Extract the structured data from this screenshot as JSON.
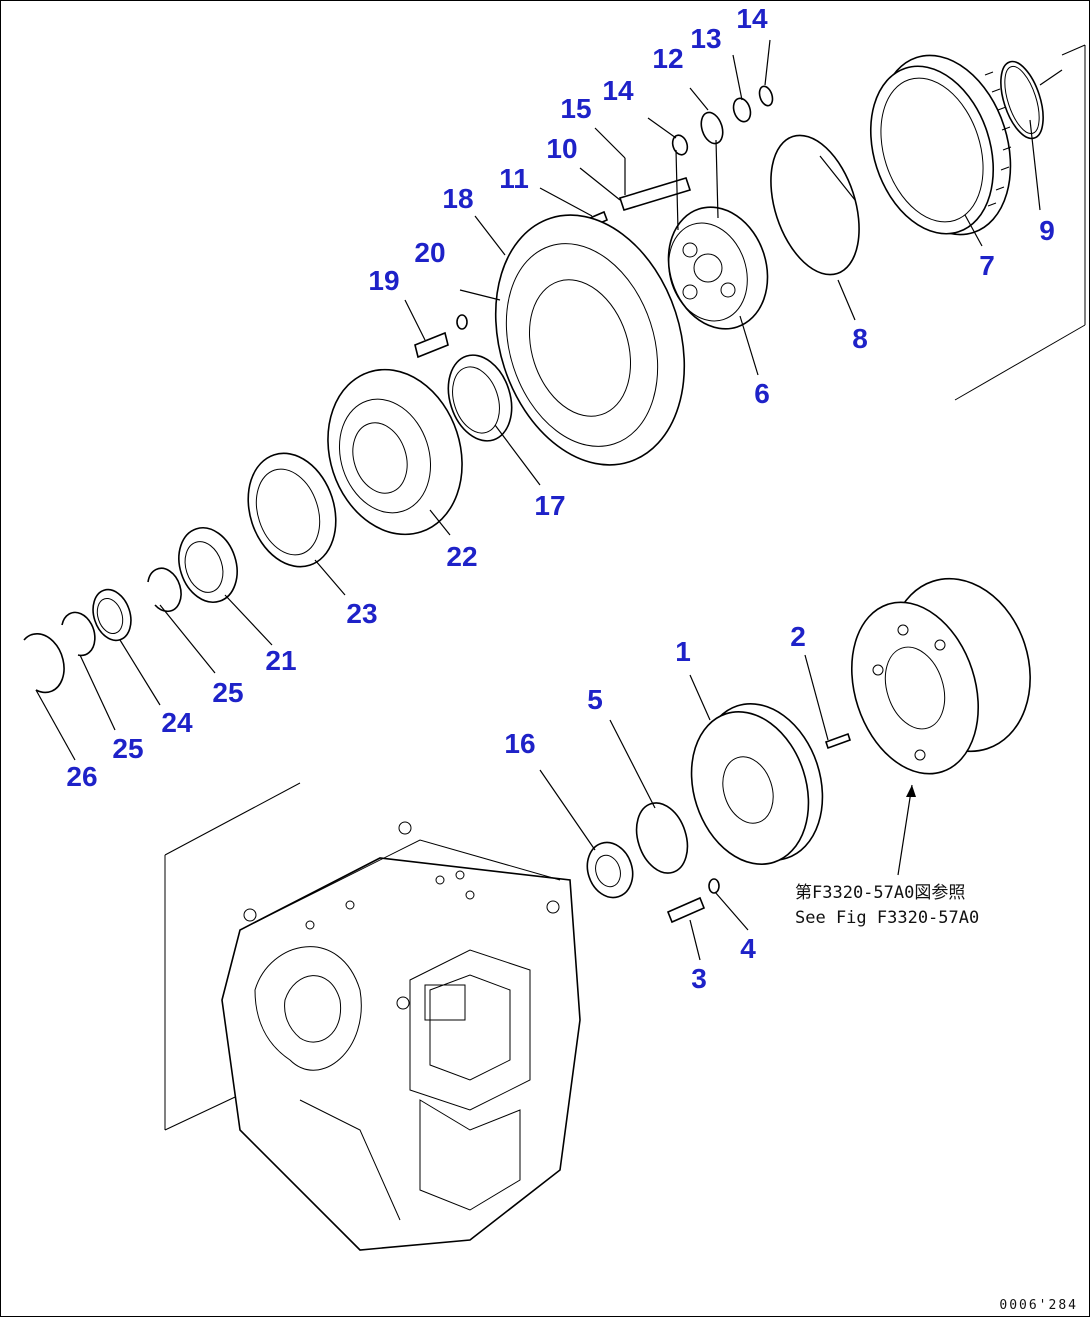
{
  "diagram": {
    "callouts": {
      "p1": "1",
      "p2": "2",
      "p3": "3",
      "p4": "4",
      "p5": "5",
      "p6": "6",
      "p7": "7",
      "p8": "8",
      "p9": "9",
      "p10": "10",
      "p11": "11",
      "p12": "12",
      "p13": "13",
      "p14a": "14",
      "p14b": "14",
      "p15": "15",
      "p16": "16",
      "p17": "17",
      "p18": "18",
      "p19": "19",
      "p20": "20",
      "p21": "21",
      "p22": "22",
      "p23": "23",
      "p24": "24",
      "p25a": "25",
      "p25b": "25",
      "p26": "26"
    },
    "reference_note_line1": "第F3320-57A0図参照",
    "reference_note_line2": "See Fig F3320-57A0",
    "drawing_code": "0006'284"
  },
  "colors": {
    "callout": "#1e22c8",
    "line": "#000000",
    "background": "#ffffff"
  }
}
